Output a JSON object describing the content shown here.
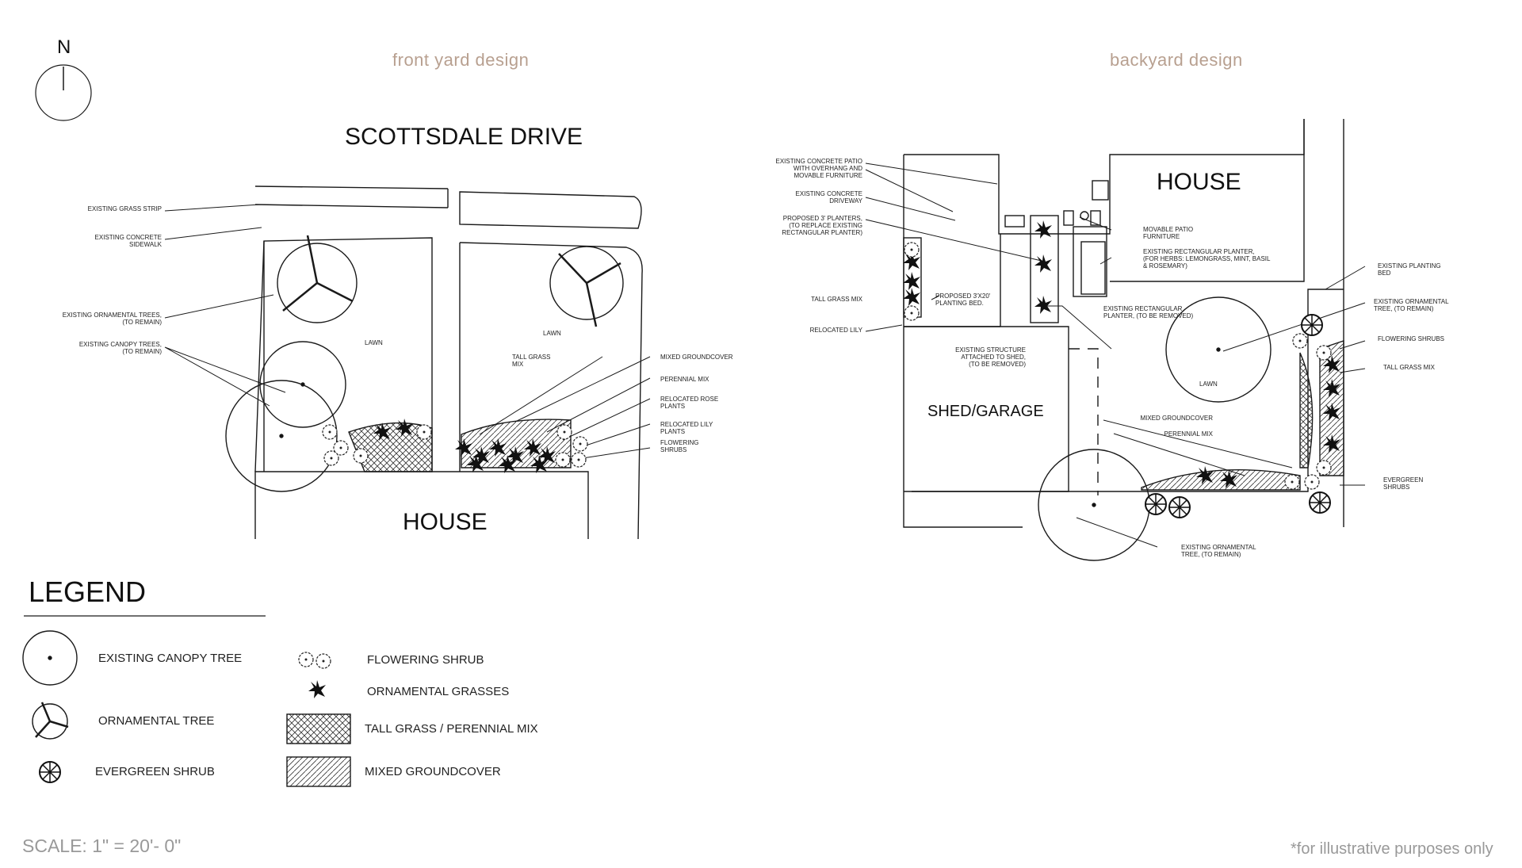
{
  "north_label": "N",
  "titles": {
    "front": "front yard design",
    "back": "backyard design"
  },
  "front": {
    "street": "SCOTTSDALE DRIVE",
    "house": "HOUSE",
    "lawn_left": "LAWN",
    "lawn_right": "LAWN",
    "labels": {
      "grass_strip": "EXISTING GRASS STRIP",
      "sidewalk": "EXISTING CONCRETE\nSIDEWALK",
      "ornamental": "EXISTING ORNAMENTAL TREES,\n(TO REMAIN)",
      "canopy": "EXISTING CANOPY TREES,\n(TO REMAIN)",
      "tall_grass": "TALL GRASS\nMIX",
      "mixed_groundcover": "MIXED GROUNDCOVER",
      "perennial": "PERENNIAL MIX",
      "rose": "RELOCATED ROSE\nPLANTS",
      "lily": "RELOCATED LILY\nPLANTS",
      "flowering": "FLOWERING\nSHRUBS"
    }
  },
  "back": {
    "house": "HOUSE",
    "shed": "SHED/GARAGE",
    "lawn": "LAWN",
    "labels": {
      "patio": "EXISTING CONCRETE PATIO\nWITH OVERHANG AND\nMOVABLE FURNITURE",
      "driveway": "EXISTING CONCRETE\nDRIVEWAY",
      "planters": "PROPOSED 3' PLANTERS,\n(TO REPLACE EXISTING\nRECTANGULAR PLANTER)",
      "tall_grass": "TALL GRASS MIX",
      "lily": "RELOCATED LILY",
      "planting_bed": "PROPOSED 3'X20'\nPLANTING BED.",
      "rect_planter_removed": "EXISTING RECTANGULAR\nPLANTER, (TO BE REMOVED)",
      "furniture": "MOVABLE PATIO\nFURNITURE",
      "herb_planter": "EXISTING RECTANGULAR PLANTER,\n(FOR HERBS: LEMONGRASS, MINT, BASIL\n& ROSEMARY)",
      "structure": "EXISTING STRUCTURE\nATTACHED TO SHED,\n(TO BE REMOVED)",
      "existing_bed": "EXISTING PLANTING\nBED",
      "ornamental_top": "EXISTING ORNAMENTAL\nTREE, (TO REMAIN)",
      "flowering": "FLOWERING SHRUBS",
      "tall_grass_right": "TALL GRASS MIX",
      "mixed_groundcover": "MIXED GROUNDCOVER",
      "perennial": "PERENNIAL MIX",
      "evergreen": "EVERGREEN\nSHRUBS",
      "ornamental_bottom": "EXISTING ORNAMENTAL\nTREE, (TO REMAIN)"
    }
  },
  "legend": {
    "title": "LEGEND",
    "items": {
      "canopy": "EXISTING  CANOPY TREE",
      "ornamental": "ORNAMENTAL TREE",
      "evergreen": "EVERGREEN SHRUB",
      "flowering": "FLOWERING SHRUB",
      "grasses": "ORNAMENTAL GRASSES",
      "tall_perennial": "TALL GRASS / PERENNIAL MIX",
      "groundcover": "MIXED GROUNDCOVER"
    }
  },
  "scale": "SCALE:  1\" = 20'- 0\"",
  "note": "*for illustrative purposes only",
  "colors": {
    "title": "#b8a090",
    "line": "#1a1a1a",
    "muted": "#999999"
  }
}
